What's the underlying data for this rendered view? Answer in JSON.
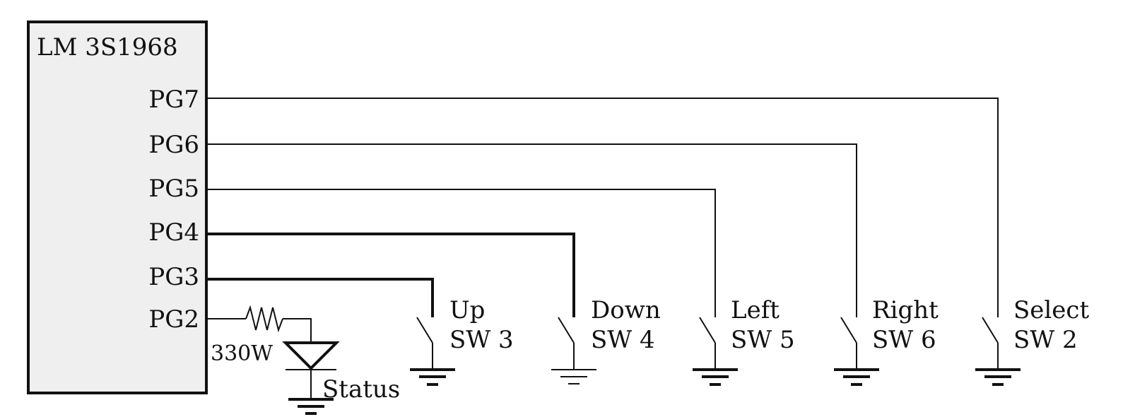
{
  "chip": {
    "name": "LM 3S1968",
    "fill": "#efefef"
  },
  "pins": [
    {
      "id": "pg7",
      "label": "PG7"
    },
    {
      "id": "pg6",
      "label": "PG6"
    },
    {
      "id": "pg5",
      "label": "PG5"
    },
    {
      "id": "pg4",
      "label": "PG4"
    },
    {
      "id": "pg3",
      "label": "PG3"
    },
    {
      "id": "pg2",
      "label": "PG2"
    }
  ],
  "switches": [
    {
      "id": "sw3",
      "name": "Up",
      "ref": "SW 3",
      "pin": "PG3"
    },
    {
      "id": "sw4",
      "name": "Down",
      "ref": "SW 4",
      "pin": "PG4"
    },
    {
      "id": "sw5",
      "name": "Left",
      "ref": "SW 5",
      "pin": "PG5"
    },
    {
      "id": "sw6",
      "name": "Right",
      "ref": "SW 6",
      "pin": "PG6"
    },
    {
      "id": "sw2",
      "name": "Select",
      "ref": "SW 2",
      "pin": "PG7"
    }
  ],
  "led": {
    "resistor_label": "330W",
    "label": "Status"
  }
}
